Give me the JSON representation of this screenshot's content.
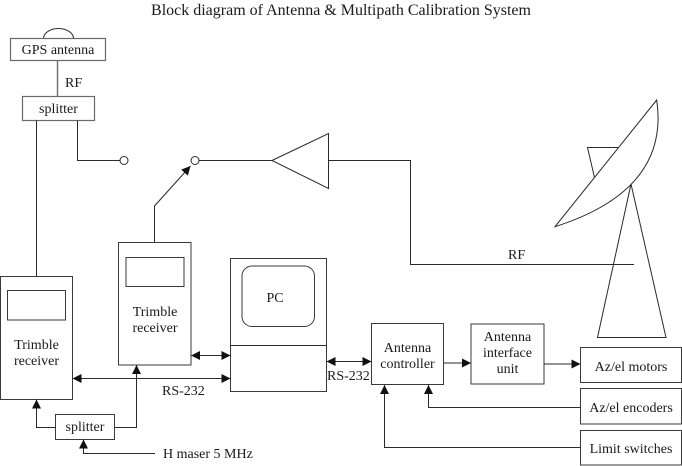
{
  "title": "Block diagram of Antenna & Multipath Calibration System",
  "blocks": {
    "gps_antenna": {
      "label": "GPS antenna"
    },
    "splitter_top": {
      "label": "splitter"
    },
    "trimble_receiver_1": {
      "lines": [
        "Trimble",
        "receiver"
      ]
    },
    "trimble_receiver_2": {
      "lines": [
        "Trimble",
        "receiver"
      ]
    },
    "splitter_bottom": {
      "label": "splitter"
    },
    "pc": {
      "label": "PC"
    },
    "antenna_controller": {
      "lines": [
        "Antenna",
        "controller"
      ]
    },
    "antenna_interface_unit": {
      "lines": [
        "Antenna",
        "interface",
        "unit"
      ]
    },
    "azel_motors": {
      "label": "Az/el motors"
    },
    "azel_encoders": {
      "label": "Az/el encoders"
    },
    "limit_switches": {
      "label": "Limit switches"
    }
  },
  "signal_labels": {
    "rf_gps": "RF",
    "rf_dish": "RF",
    "rs232_receivers": "RS-232",
    "rs232_controller": "RS-232",
    "h_maser": "H maser 5 MHz"
  },
  "symbols": {
    "amplifier": "amplifier-triangle",
    "switch": "rf-switch",
    "dish": "parabolic-dish-antenna"
  }
}
